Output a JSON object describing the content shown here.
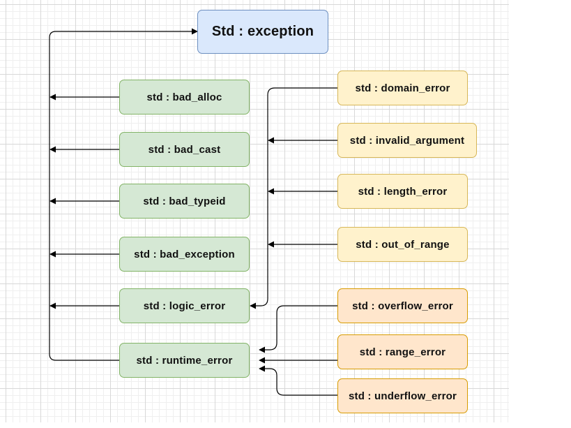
{
  "diagram": {
    "root": {
      "label": "Std : exception",
      "fill": "#dae8fc",
      "stroke": "#6c8ebf"
    },
    "level1": [
      {
        "key": "bad_alloc",
        "label": "std : bad_alloc"
      },
      {
        "key": "bad_cast",
        "label": "std : bad_cast"
      },
      {
        "key": "bad_typeid",
        "label": "std : bad_typeid"
      },
      {
        "key": "bad_exception",
        "label": "std : bad_exception"
      },
      {
        "key": "logic_error",
        "label": "std : logic_error"
      },
      {
        "key": "runtime_error",
        "label": "std : runtime_error"
      }
    ],
    "logic_error_children": [
      {
        "key": "domain_error",
        "label": "std : domain_error"
      },
      {
        "key": "invalid_argument",
        "label": "std : invalid_argument"
      },
      {
        "key": "length_error",
        "label": "std : length_error"
      },
      {
        "key": "out_of_range",
        "label": "std : out_of_range"
      }
    ],
    "runtime_error_children": [
      {
        "key": "overflow_error",
        "label": "std : overflow_error"
      },
      {
        "key": "range_error",
        "label": "std : range_error"
      },
      {
        "key": "underflow_error",
        "label": "std : underflow_error"
      }
    ],
    "colors": {
      "level1_fill": "#d5e8d4",
      "level1_stroke": "#82b366",
      "logic_child_fill": "#fff2cc",
      "logic_child_stroke": "#d6b656",
      "runtime_child_fill": "#ffe6cc",
      "runtime_child_stroke": "#d79b00",
      "edge": "#000000"
    }
  }
}
